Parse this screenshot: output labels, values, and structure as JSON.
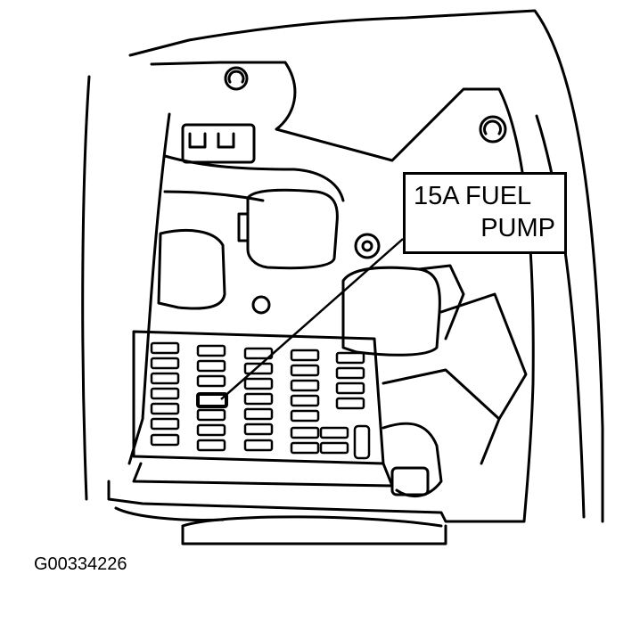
{
  "callout": {
    "line1": "15A FUEL",
    "line2": "PUMP"
  },
  "figure_id": "G00334226"
}
